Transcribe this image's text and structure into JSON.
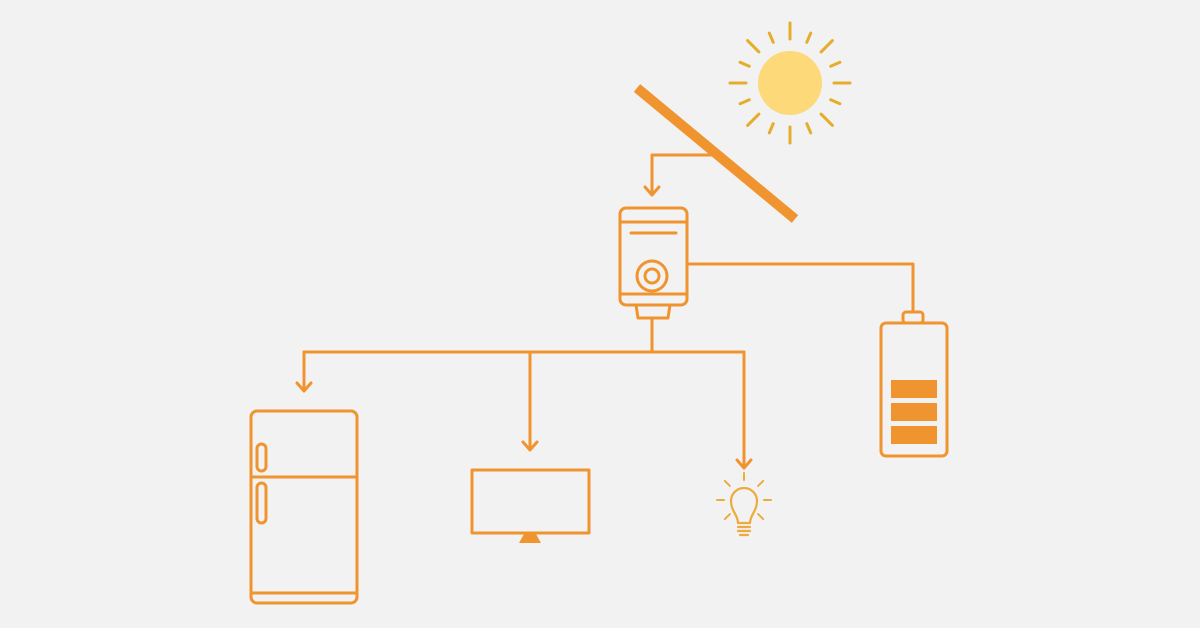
{
  "colors": {
    "background": "#f2f2f2",
    "line": "#f0942f",
    "sun_core": "#fdd97a",
    "sun_rays": "#e5ad2b",
    "bulb": "#eeaa3c"
  },
  "diagram": {
    "nodes": [
      {
        "id": "sun",
        "icon": "sun-icon"
      },
      {
        "id": "solar-panel",
        "icon": "solar-panel-icon"
      },
      {
        "id": "inverter",
        "icon": "inverter-icon"
      },
      {
        "id": "battery",
        "icon": "battery-icon",
        "charge_bars": 3
      },
      {
        "id": "refrigerator",
        "icon": "refrigerator-icon"
      },
      {
        "id": "monitor",
        "icon": "monitor-icon"
      },
      {
        "id": "light-bulb",
        "icon": "light-bulb-icon"
      }
    ],
    "connections": [
      {
        "from": "solar-panel",
        "to": "inverter",
        "arrow": true
      },
      {
        "from": "inverter",
        "to": "battery",
        "arrow": false
      },
      {
        "from": "inverter",
        "to": "refrigerator",
        "arrow": true
      },
      {
        "from": "inverter",
        "to": "monitor",
        "arrow": true
      },
      {
        "from": "inverter",
        "to": "light-bulb",
        "arrow": true
      }
    ]
  }
}
